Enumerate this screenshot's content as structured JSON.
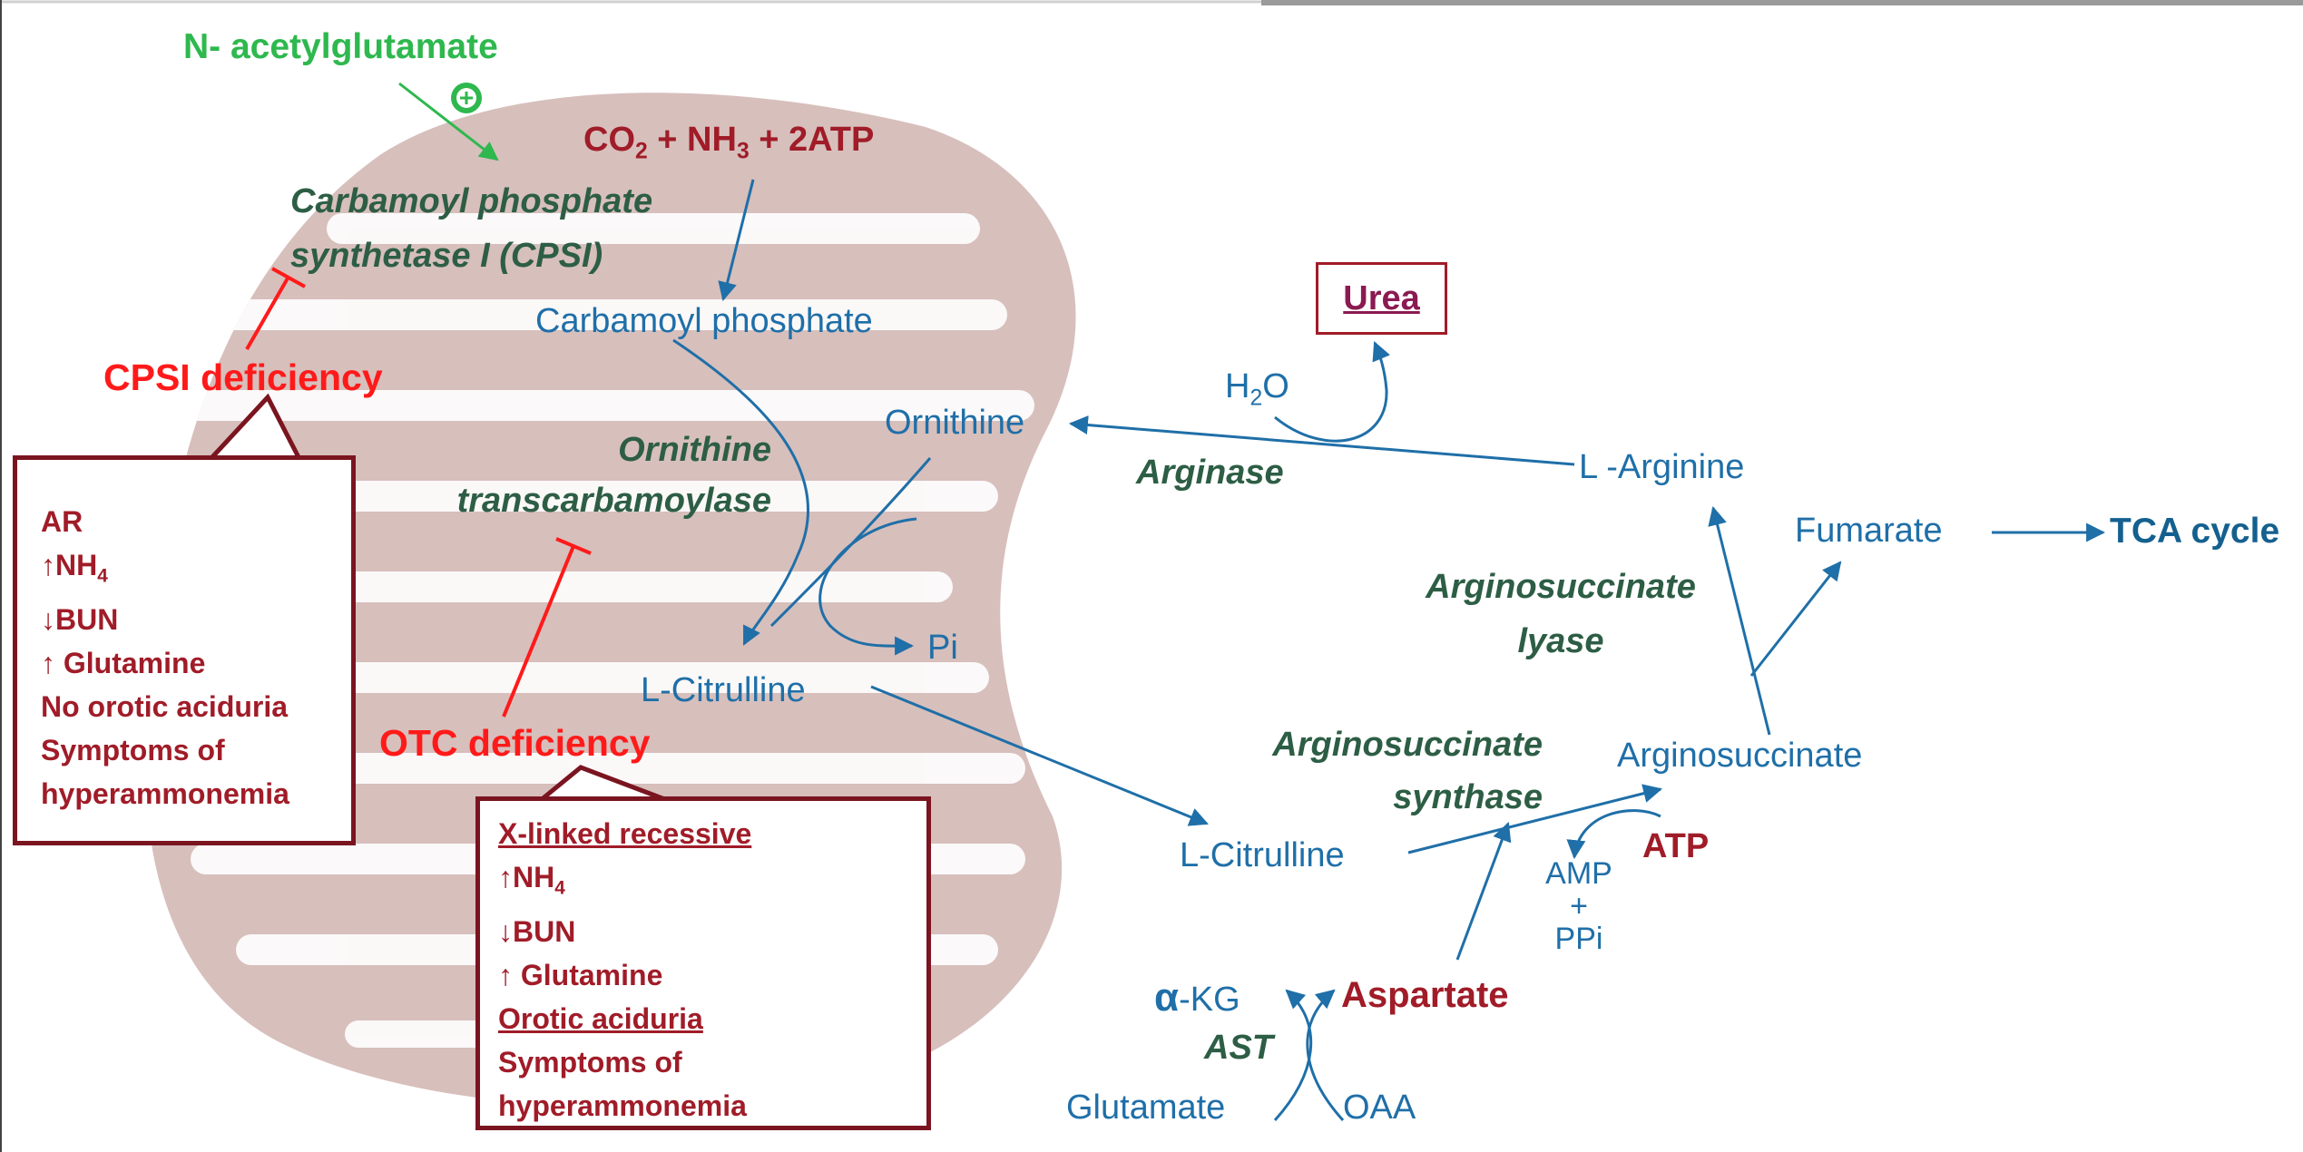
{
  "colors": {
    "pathway_blue": "#1F6FA8",
    "enzyme_green": "#2D5E45",
    "activator_green": "#2EB84E",
    "substrate_maroon": "#A01C28",
    "deficiency_red": "#FF1A1A",
    "box_border": "#7A1520",
    "mitochondrion": "#C9A9A6"
  },
  "activator": {
    "name": "N- acetylglutamate",
    "symbol": "+"
  },
  "substrates": {
    "co2": "CO",
    "co2_sub": "2",
    "plus1": "+ NH",
    "nh3_sub": "3",
    "atp": "+ 2ATP"
  },
  "enzymes": {
    "cpsi_line1": "Carbamoyl phosphate",
    "cpsi_line2": "synthetase I (CPSI)",
    "otc_line1": "Ornithine",
    "otc_line2": "transcarbamoylase",
    "arginase": "Arginase",
    "asl_line1": "Arginosuccinate",
    "asl_line2": "lyase",
    "ass_line1": "Arginosuccinate",
    "ass_line2": "synthase",
    "ast": "AST"
  },
  "metabolites": {
    "carbamoyl_phosphate": "Carbamoyl phosphate",
    "ornithine": "Ornithine",
    "pi": "Pi",
    "citrulline_mito": "L-Citrulline",
    "citrulline_cyto": "L-Citrulline",
    "arginine": "L -Arginine",
    "fumarate": "Fumarate",
    "tca": "TCA cycle",
    "argininosuccinate": "Arginosuccinate",
    "atp": "ATP",
    "amp": "AMP",
    "amp_plus": "+",
    "ppi": "PPi",
    "aspartate": "Aspartate",
    "akg_alpha": "α",
    "akg_rest": "-KG",
    "glutamate": "Glutamate",
    "oaa": "OAA",
    "h2o_h": "H",
    "h2o_sub": "2",
    "h2o_o": "O",
    "urea": "Urea"
  },
  "deficiencies": {
    "cpsi": {
      "title": "CPSI deficiency",
      "lines": [
        "AR",
        "↑NH",
        "↓BUN",
        "↑ Glutamine",
        "No orotic aciduria",
        "Symptoms of",
        "hyperammonemia"
      ],
      "nh4_sub": "4"
    },
    "otc": {
      "title": "OTC deficiency",
      "lines": [
        "X-linked recessive",
        "↑NH",
        "↓BUN",
        "↑ Glutamine",
        "Orotic aciduria",
        "Symptoms of",
        "hyperammonemia"
      ],
      "nh4_sub": "4"
    }
  }
}
